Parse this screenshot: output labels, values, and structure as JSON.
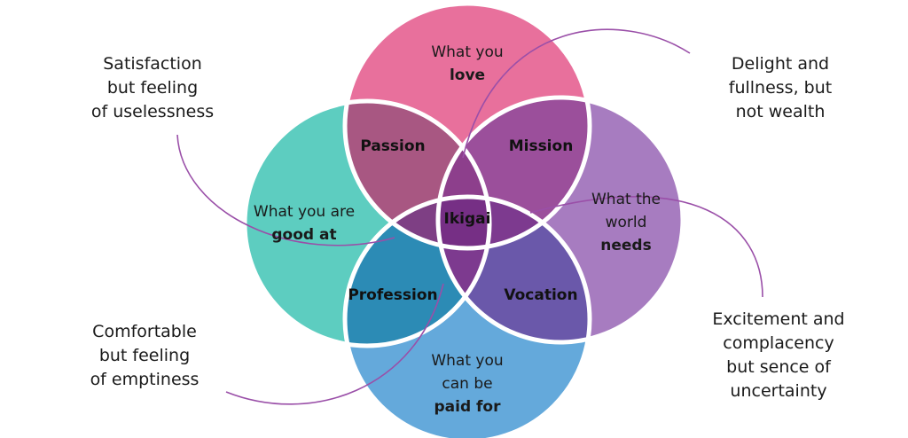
{
  "colors": {
    "love": "#e8709c",
    "good_at": "#5dcdc0",
    "world_needs": "#a77cc0",
    "paid_for": "#64a9db",
    "passion": "#a85782",
    "mission": "#9b4f9b",
    "profession": "#2c8bb5",
    "vocation": "#6a58aa",
    "center_top": "#8d3f8c",
    "center_left": "#7e3f84",
    "center_right": "#7d3a8f",
    "center_bottom": "#5a4a9e",
    "ikigai": "#762f85",
    "ring": "#ffffff",
    "connector": "#9a4fa8"
  },
  "circles": {
    "love": {
      "line1": "What you",
      "line2": "love"
    },
    "good_at": {
      "line1": "What you are",
      "line2": "good at"
    },
    "world_needs": {
      "line1": "What the",
      "line2": "world",
      "line3": "needs"
    },
    "paid_for": {
      "line1": "What you",
      "line2": "can be",
      "line3": "paid for"
    }
  },
  "intersections": {
    "passion": "Passion",
    "mission": "Mission",
    "profession": "Profession",
    "vocation": "Vocation",
    "center": "Ikigai"
  },
  "side_notes": {
    "top_left": [
      "Satisfaction",
      "but feeling",
      "of uselessness"
    ],
    "top_right": [
      "Delight and",
      "fullness, but",
      "not wealth"
    ],
    "bottom_left": [
      "Comfortable",
      "but feeling",
      "of emptiness"
    ],
    "bottom_right": [
      "Excitement and",
      "complacency",
      "but sence of",
      "uncertainty"
    ]
  }
}
